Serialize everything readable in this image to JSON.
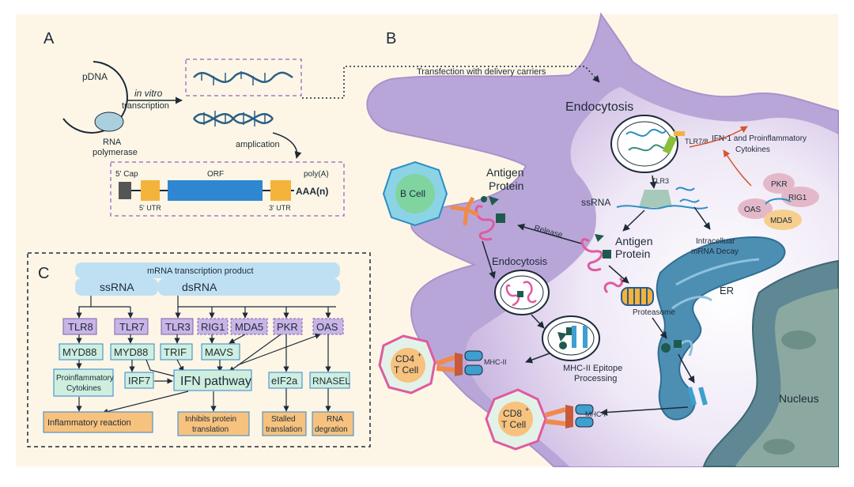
{
  "panels": {
    "a": "A",
    "b": "B",
    "c": "C"
  },
  "panel_a": {
    "pdna": "pDNA",
    "rna_polymerase_1": "RNA",
    "rna_polymerase_2": "polymerase",
    "in_vitro": "in vitro",
    "transcription": "transcription",
    "amplication": "amplication",
    "cap": "5' Cap",
    "orf": "ORF",
    "polya": "poly(A)",
    "aaa": "AAA(n)",
    "utr5": "5' UTR",
    "utr3": "3' UTR"
  },
  "panel_b": {
    "transfection": "Transfection with delivery carriers",
    "endocytosis_top": "Endocytosis",
    "ifn_1": "IFN-1 and Proinflammatory",
    "ifn_2": "Cytokines",
    "tlr78": "TLR7/8",
    "tlr3": "TLR3",
    "ssrna": "ssRNA",
    "pkr": "PKR",
    "rig1": "RIG1",
    "oas": "OAS",
    "mda5": "MDA5",
    "antigen_top_1": "Antigen",
    "antigen_top_2": "Protein",
    "b_cell": "B Cell",
    "release": "Release",
    "antigen_mid_1": "Antigen",
    "antigen_mid_2": "Protein",
    "mrna_decay_1": "Intracelluar",
    "mrna_decay_2": "mRNA Decay",
    "endocytosis_mid": "Endocytosis",
    "proteasome": "Proteasome",
    "er": "ER",
    "mhc2_processing_1": "MHC-II Epitope",
    "mhc2_processing_2": "Processing",
    "cd4_1": "CD4",
    "cd4_sup": "+",
    "cd4_2": "T Cell",
    "cd8_1": "CD8",
    "cd8_sup": "+",
    "cd8_2": "T Cell",
    "mhc2": "MHC-II",
    "mhc1": "MHC-I",
    "nucleus": "Nucleus"
  },
  "panel_c": {
    "header": "mRNA transcription product",
    "ssrna": "ssRNA",
    "dsrna": "dsRNA",
    "receptors": [
      "TLR8",
      "TLR7",
      "TLR3",
      "RIG1",
      "MDA5",
      "PKR",
      "OAS"
    ],
    "adaptors": [
      "MYD88",
      "MYD88",
      "TRIF",
      "MAVS"
    ],
    "proinflammatory_1": "Proinflammatory",
    "proinflammatory_2": "Cytokines",
    "irf7": "IRF7",
    "ifn_pathway": "IFN pathway",
    "eif2a": "eIF2a",
    "rnasel": "RNASEL",
    "inflammatory": "Inflammatory reaction",
    "inhibits_1": "Inhibits protein",
    "inhibits_2": "translation",
    "stalled_1": "Stalled",
    "stalled_2": "translation",
    "rna_deg_1": "RNA",
    "rna_deg_2": "degration"
  },
  "colors": {
    "background": "#fdf6e6",
    "cell_purple": "#b9a6d8",
    "pill_purple": "#c8b4e6",
    "pill_green": "#cfeede",
    "outcome_orange": "#f7c27e",
    "orf_blue": "#2f86d1",
    "utr_yellow": "#f4b33a",
    "er_blue": "#4d8fb3"
  }
}
